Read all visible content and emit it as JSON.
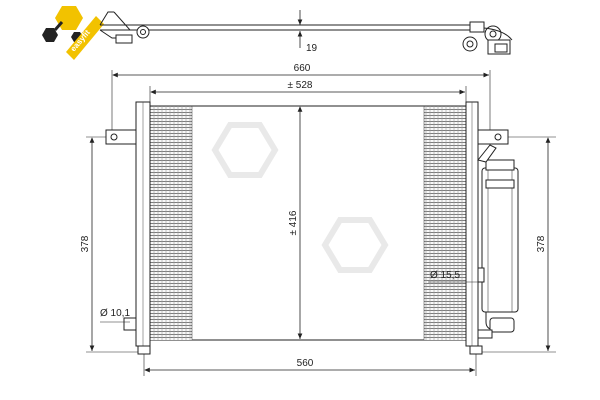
{
  "logo": {
    "text": "easyfit",
    "colors": {
      "yellow": "#f2c200",
      "dark": "#222222"
    }
  },
  "drawing": {
    "line_color": "#222222",
    "fin_color": "#8a8a8a",
    "watermark_color": "#e6e6e6"
  },
  "dimensions": {
    "overall_width": "660",
    "core_width": "± 528",
    "core_height": "± 416",
    "height_left": "378",
    "height_right": "378",
    "bottom_width": "560",
    "pipe_offset": "19",
    "left_pipe_diameter": "Ø 10,1",
    "right_pipe_diameter": "Ø 15,5"
  }
}
